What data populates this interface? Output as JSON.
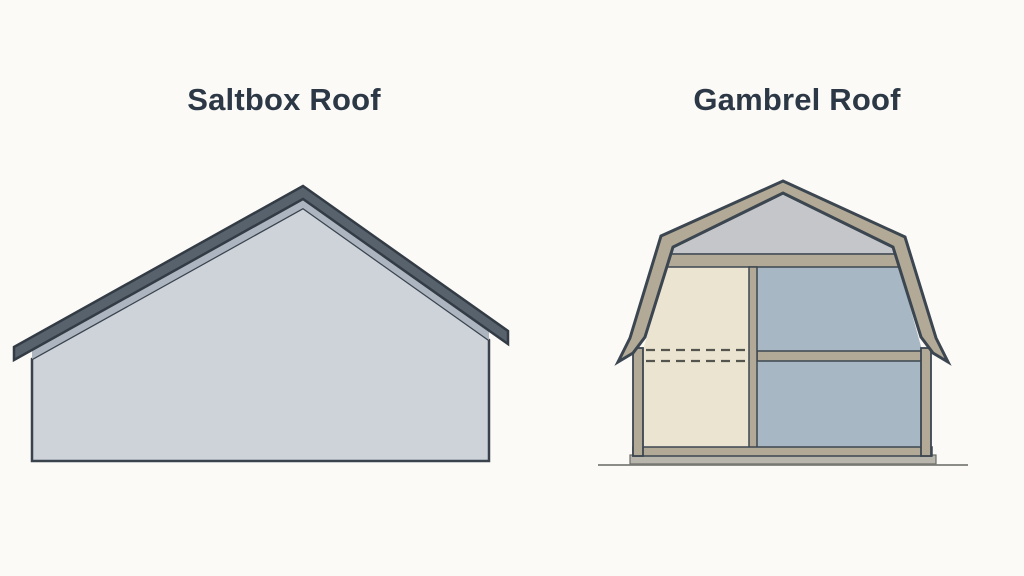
{
  "page": {
    "background_color": "#fbfaf7"
  },
  "diagrams": {
    "saltbox": {
      "title": "Saltbox Roof",
      "type_label": "asymmetric gable roof, long rear slope",
      "colors": {
        "roof_band": "#57626d",
        "roof_outline": "#333c45",
        "eave_highlight": "#adb6c0",
        "wall": "#cdd3d9",
        "wall_outline": "#3a434d"
      }
    },
    "gambrel": {
      "title": "Gambrel Roof",
      "type_label": "two-sided roof, two slopes per side, cross-section",
      "colors": {
        "frame": "#b2aa97",
        "outline": "#3c4650",
        "gable_fill": "#c5c6ca",
        "left_interior": "#ebe4d0",
        "right_interior": "#a7b7c3",
        "dashed_line": "#55554f",
        "foundation": "#b8b5ad",
        "ground_line": "#8b8b88"
      }
    }
  }
}
